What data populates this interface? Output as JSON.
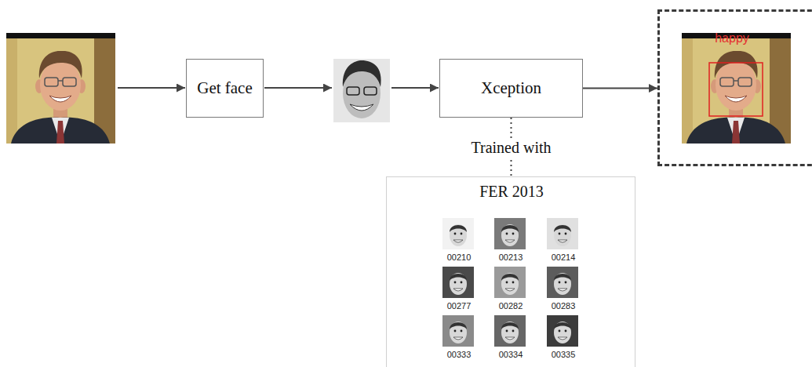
{
  "diagram": {
    "nodes": [
      {
        "text": [
          "Get face"
        ]
      },
      {
        "text": [
          "Xception"
        ]
      },
      {
        "text": [
          "FER 2013",
          "00210",
          "00213",
          "00214",
          "00277",
          "00282",
          "00283",
          "00333",
          "00334",
          "00335"
        ]
      },
      {
        "text": [
          "happy"
        ]
      }
    ],
    "edges": [
      {
        "from": 1,
        "to": 3,
        "arrow": "to"
      },
      {
        "from": 1,
        "to": 2,
        "arrow": "none",
        "label": "Trained with"
      }
    ]
  }
}
